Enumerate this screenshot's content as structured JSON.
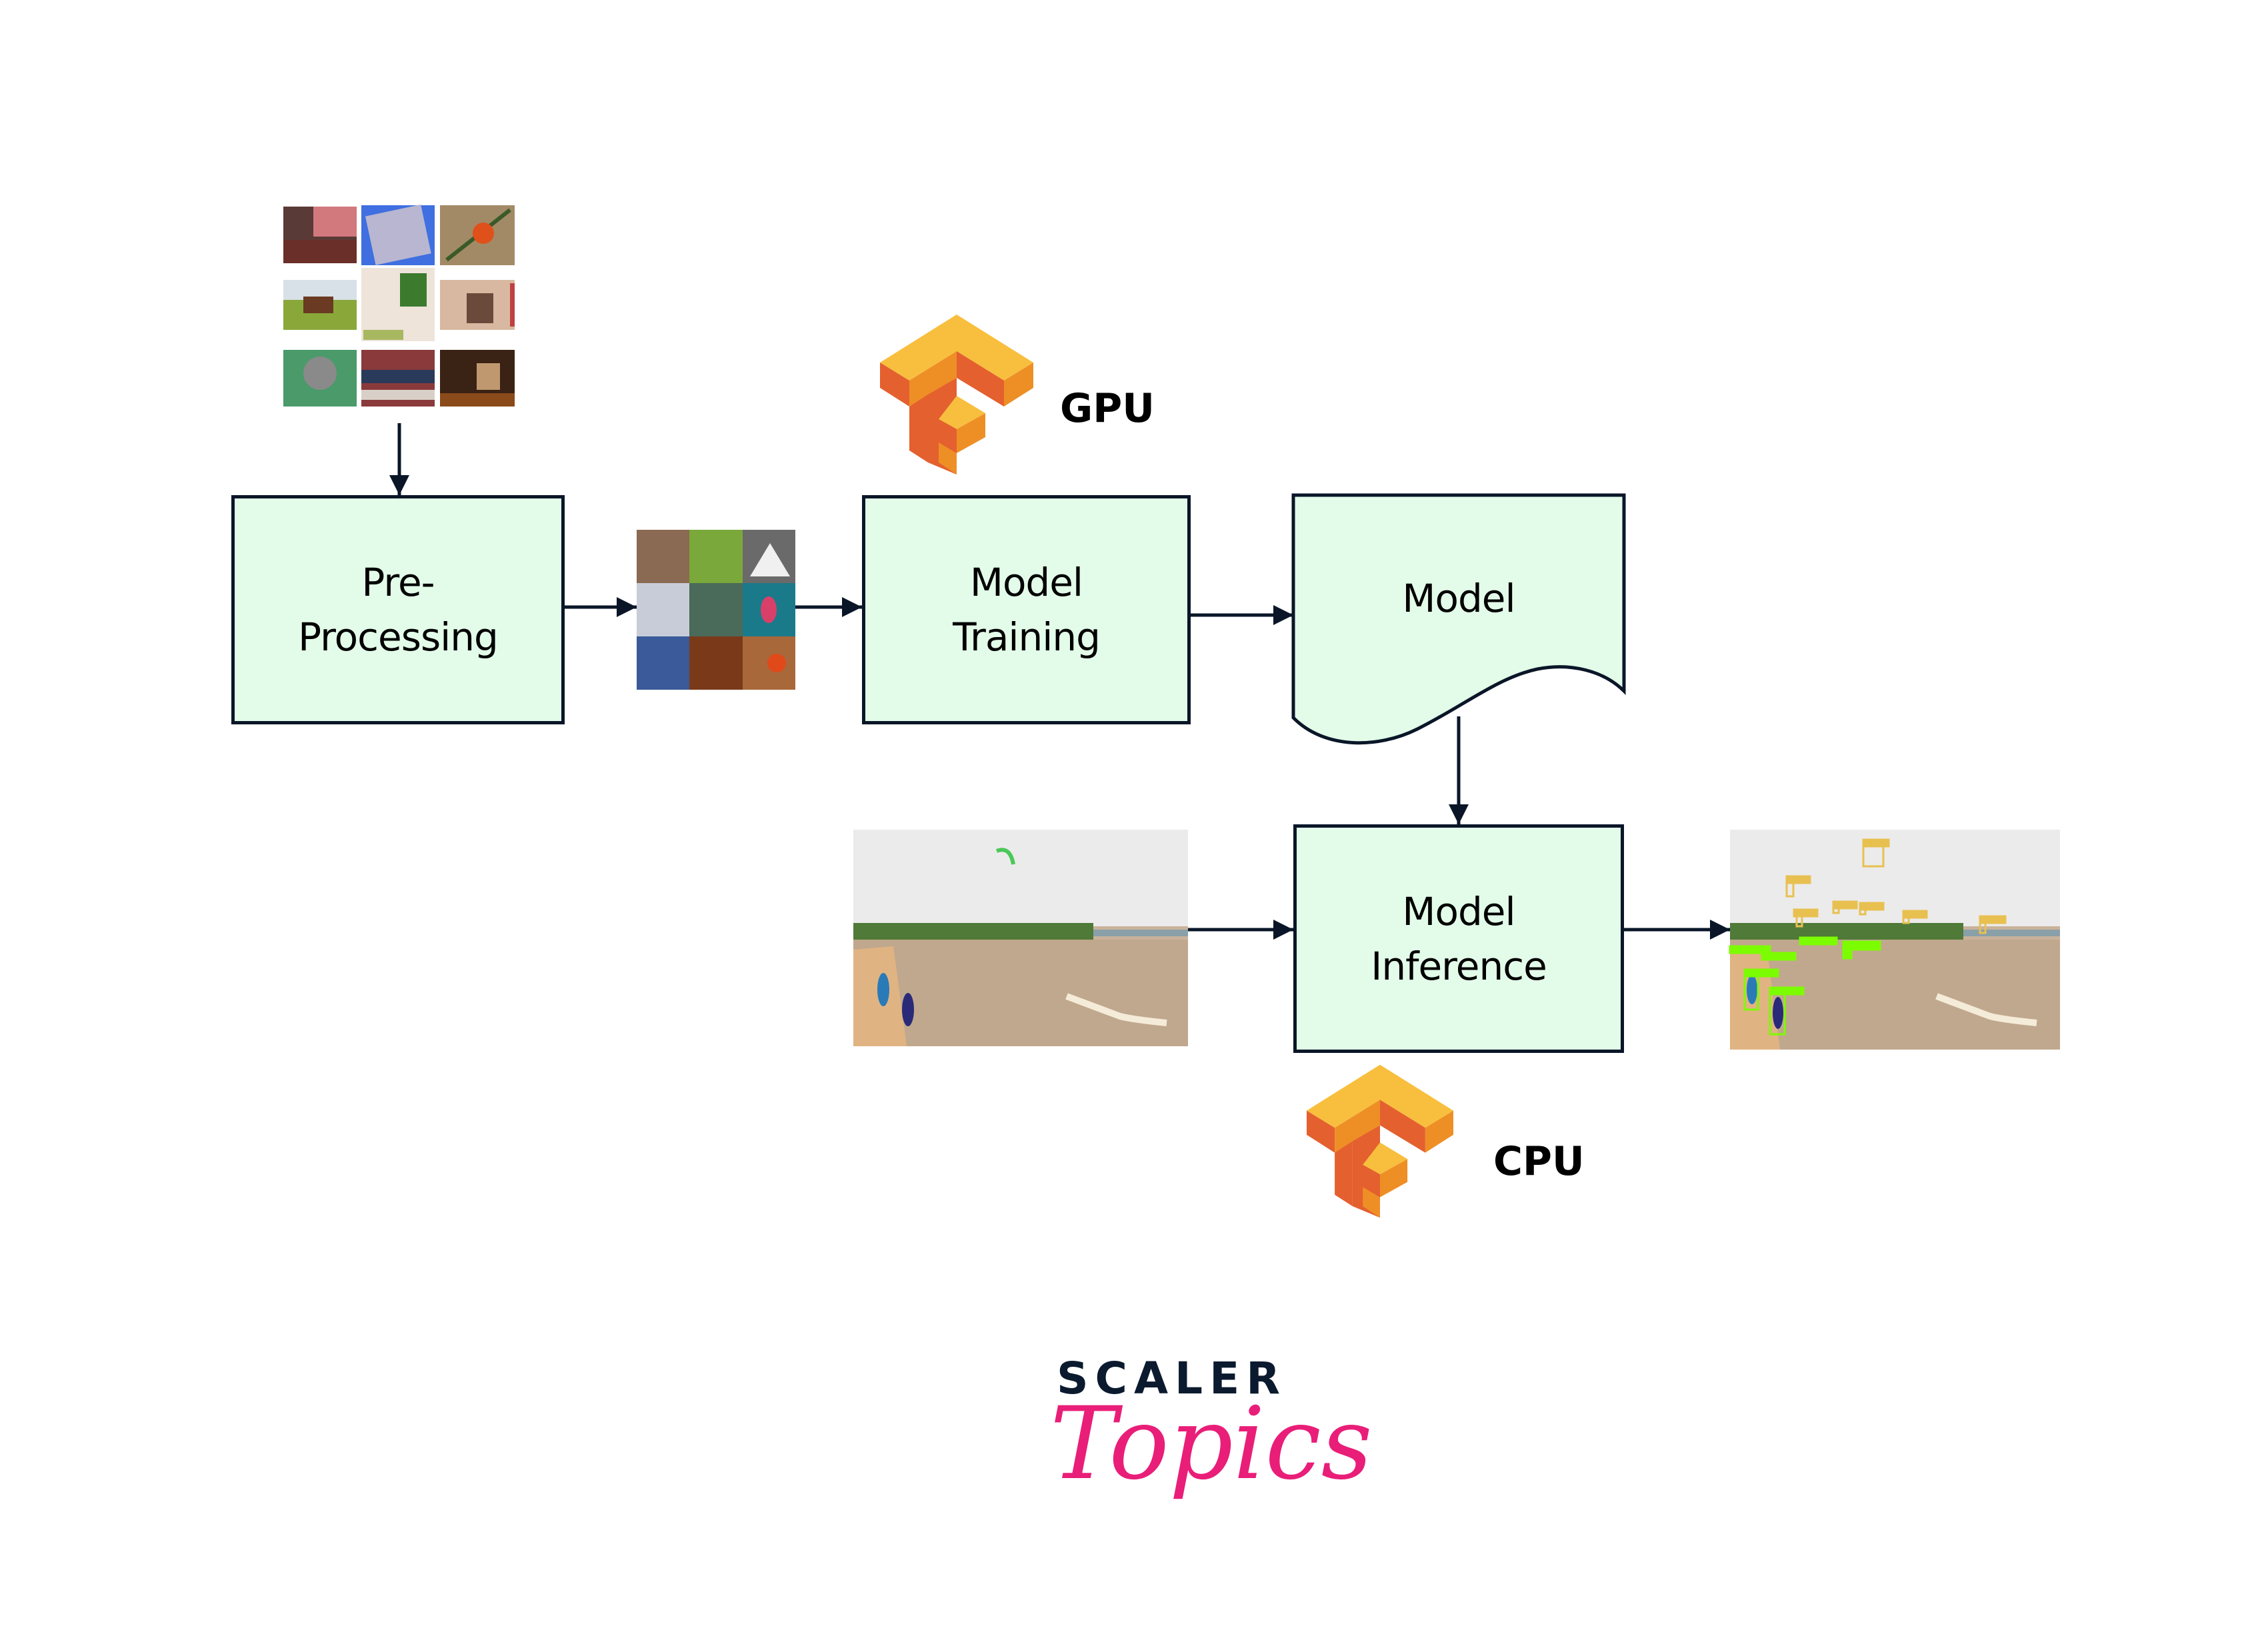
{
  "diagram": {
    "title": "TensorFlow ML pipeline",
    "nodes": {
      "preprocessing": {
        "label": "Pre-\nProcessing",
        "shape": "process"
      },
      "training": {
        "label": "Model\nTraining",
        "shape": "process"
      },
      "model": {
        "label": "Model",
        "shape": "document"
      },
      "inference": {
        "label": "Model\nInference",
        "shape": "process"
      }
    },
    "images": {
      "raw_dataset": {
        "description": "grid of raw training photos",
        "rows": 3,
        "cols": 3
      },
      "processed_dataset": {
        "description": "grid of preprocessed image crops",
        "rows": 3,
        "cols": 3
      },
      "inference_input": {
        "description": "beach scene with kites and people"
      },
      "inference_output": {
        "description": "beach scene with detection bounding boxes"
      }
    },
    "hardware": {
      "training": {
        "label": "GPU",
        "icon": "tensorflow-logo-icon"
      },
      "inference": {
        "label": "CPU",
        "icon": "tensorflow-logo-icon"
      }
    },
    "edges": [
      {
        "from": "raw_dataset",
        "to": "preprocessing"
      },
      {
        "from": "preprocessing",
        "to": "processed_dataset"
      },
      {
        "from": "processed_dataset",
        "to": "training"
      },
      {
        "from": "training",
        "to": "model"
      },
      {
        "from": "model",
        "to": "inference"
      },
      {
        "from": "inference_input",
        "to": "inference"
      },
      {
        "from": "inference",
        "to": "inference_output"
      }
    ]
  },
  "branding": {
    "line1": "SCALER",
    "line2": "Topics",
    "colors": {
      "scaler": "#0B1A2E",
      "topics": "#E91E78"
    }
  },
  "colors": {
    "box_fill": "#E3FCE9",
    "stroke": "#0A1628",
    "tf_light": "#F8BF3E",
    "tf_mid": "#EE8F26",
    "tf_dark": "#E4602F",
    "detect_green": "#7CFC00",
    "detect_yellow": "#E8C050"
  }
}
